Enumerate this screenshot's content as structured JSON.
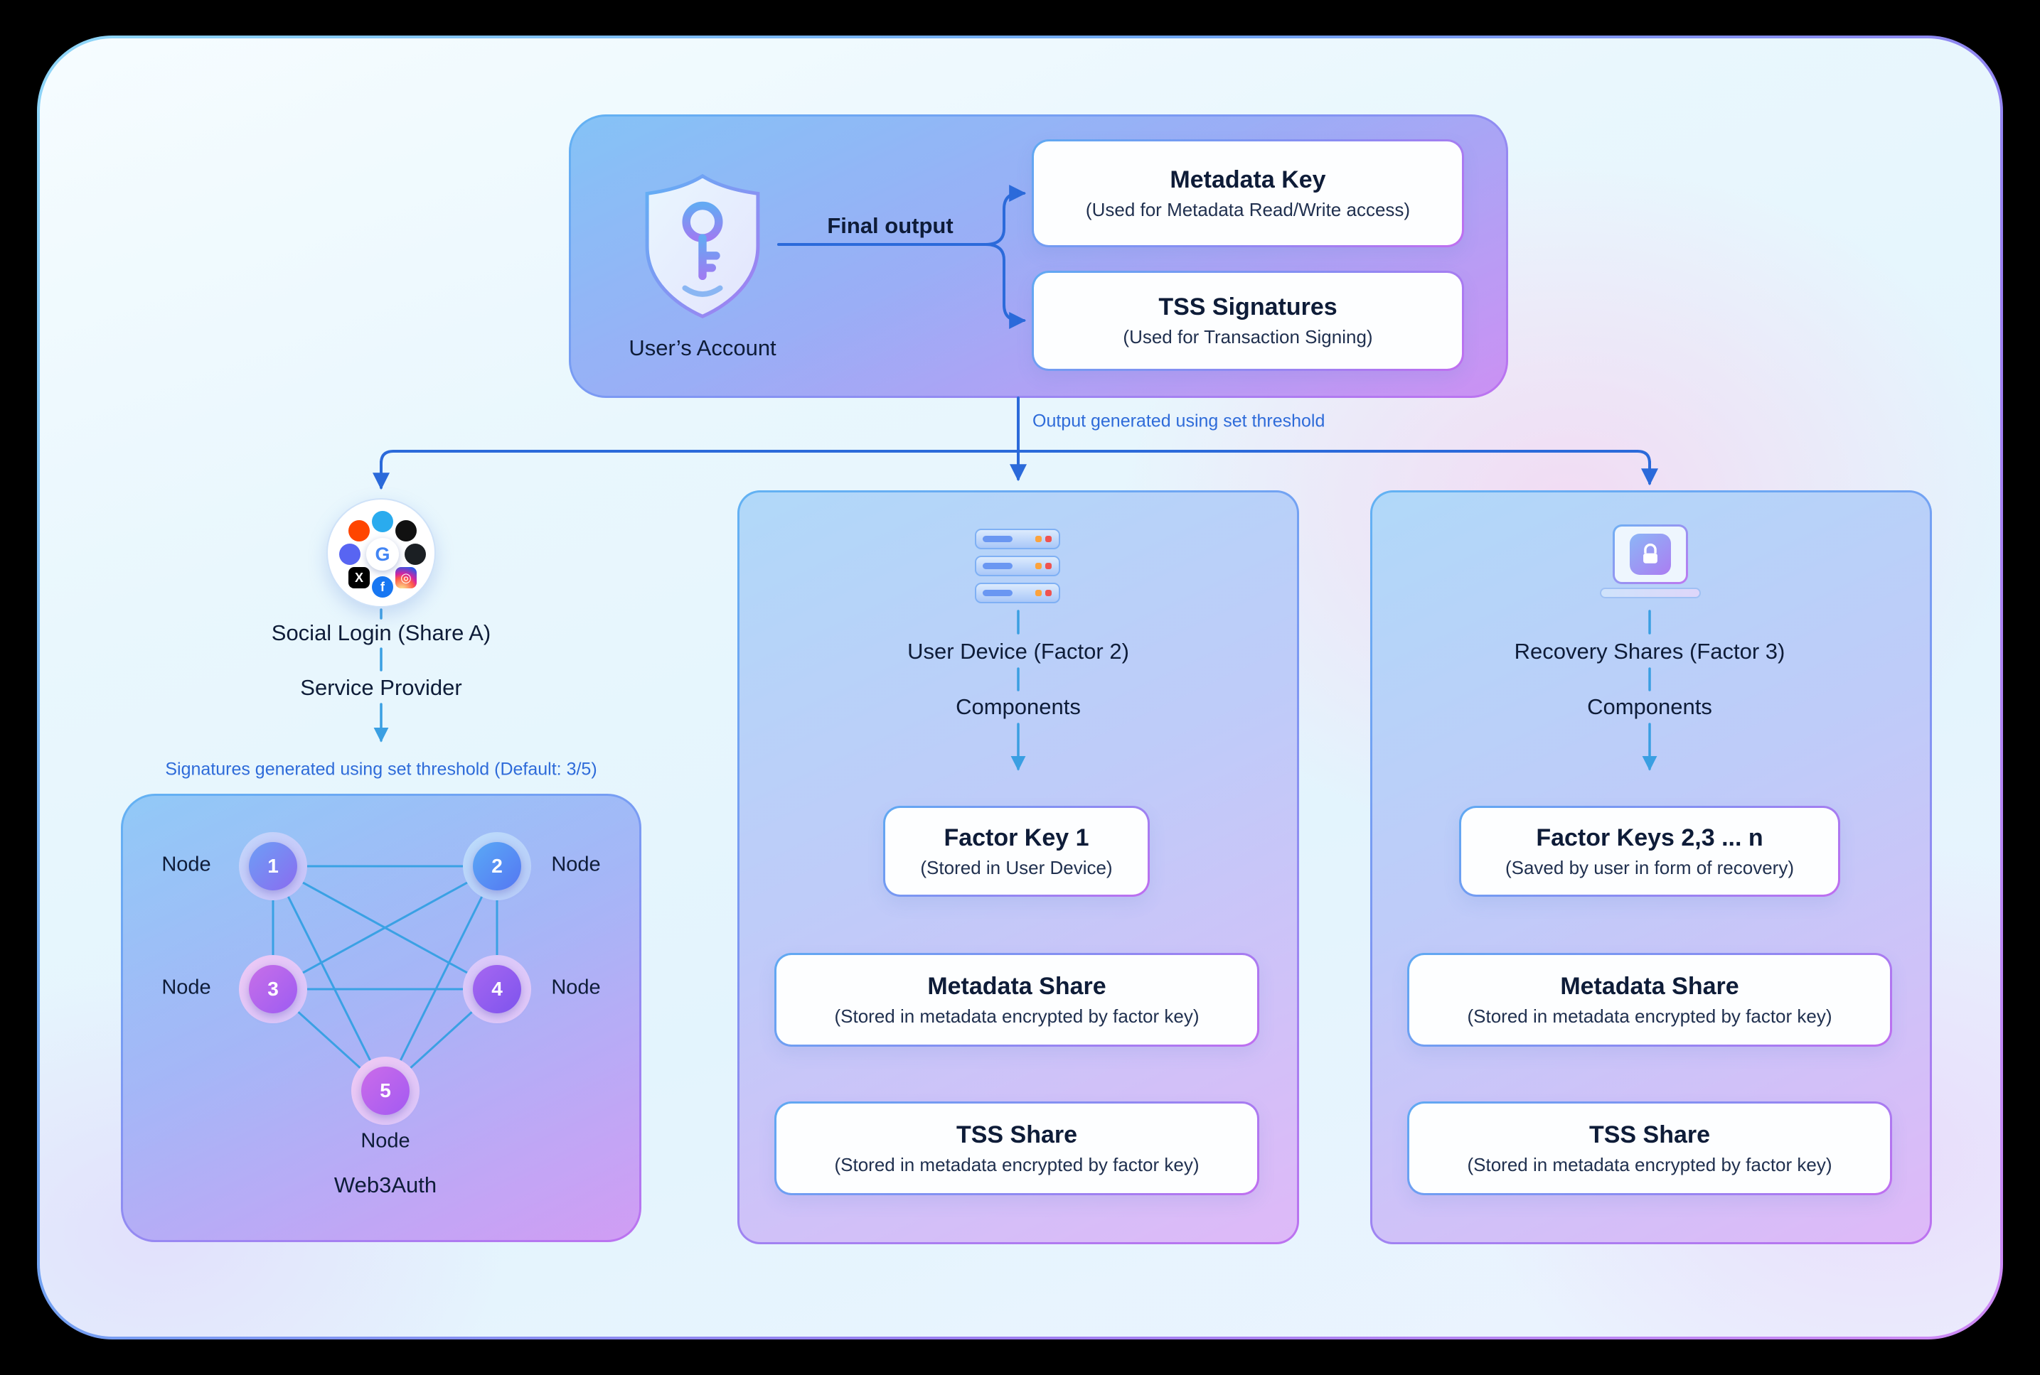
{
  "colors": {
    "arrow_blue": "#2b6ada",
    "arrow_cyan": "#3a9fe2",
    "note_blue": "#2e6bd9",
    "border_gradient_start": "#62b2f3",
    "border_gradient_end": "#bd72f0",
    "title_dark": "#0e1c38"
  },
  "account": {
    "label": "User’s Account",
    "final_output_label": "Final output",
    "outputs": [
      {
        "title": "Metadata Key",
        "subtitle": "(Used for Metadata Read/Write access)"
      },
      {
        "title": "TSS Signatures",
        "subtitle": "(Used for Transaction Signing)"
      }
    ]
  },
  "threshold_note": "Output generated using set threshold",
  "social": {
    "title": "Social Login (Share A)",
    "subtitle": "Service Provider",
    "note": "Signatures generated using set threshold (Default: 3/5)",
    "network_label": "Web3Auth",
    "nodes": [
      {
        "num": "1",
        "label": "Node"
      },
      {
        "num": "2",
        "label": "Node"
      },
      {
        "num": "3",
        "label": "Node"
      },
      {
        "num": "4",
        "label": "Node"
      },
      {
        "num": "5",
        "label": "Node"
      }
    ],
    "icon_glyphs": {
      "google": "G",
      "x": "X",
      "facebook": "f",
      "instagram": "◎"
    }
  },
  "device": {
    "title": "User Device (Factor 2)",
    "subtitle": "Components",
    "cards": [
      {
        "title": "Factor Key 1",
        "subtitle": "(Stored in User Device)"
      },
      {
        "title": "Metadata Share",
        "subtitle": "(Stored in metadata encrypted by factor key)"
      },
      {
        "title": "TSS Share",
        "subtitle": "(Stored in metadata encrypted by factor key)"
      }
    ]
  },
  "recovery": {
    "title": "Recovery Shares (Factor 3)",
    "subtitle": "Components",
    "cards": [
      {
        "title": "Factor Keys 2,3 ... n",
        "subtitle": "(Saved by user in form of recovery)"
      },
      {
        "title": "Metadata Share",
        "subtitle": "(Stored in metadata encrypted by factor key)"
      },
      {
        "title": "TSS Share",
        "subtitle": "(Stored in metadata encrypted by factor key)"
      }
    ]
  }
}
